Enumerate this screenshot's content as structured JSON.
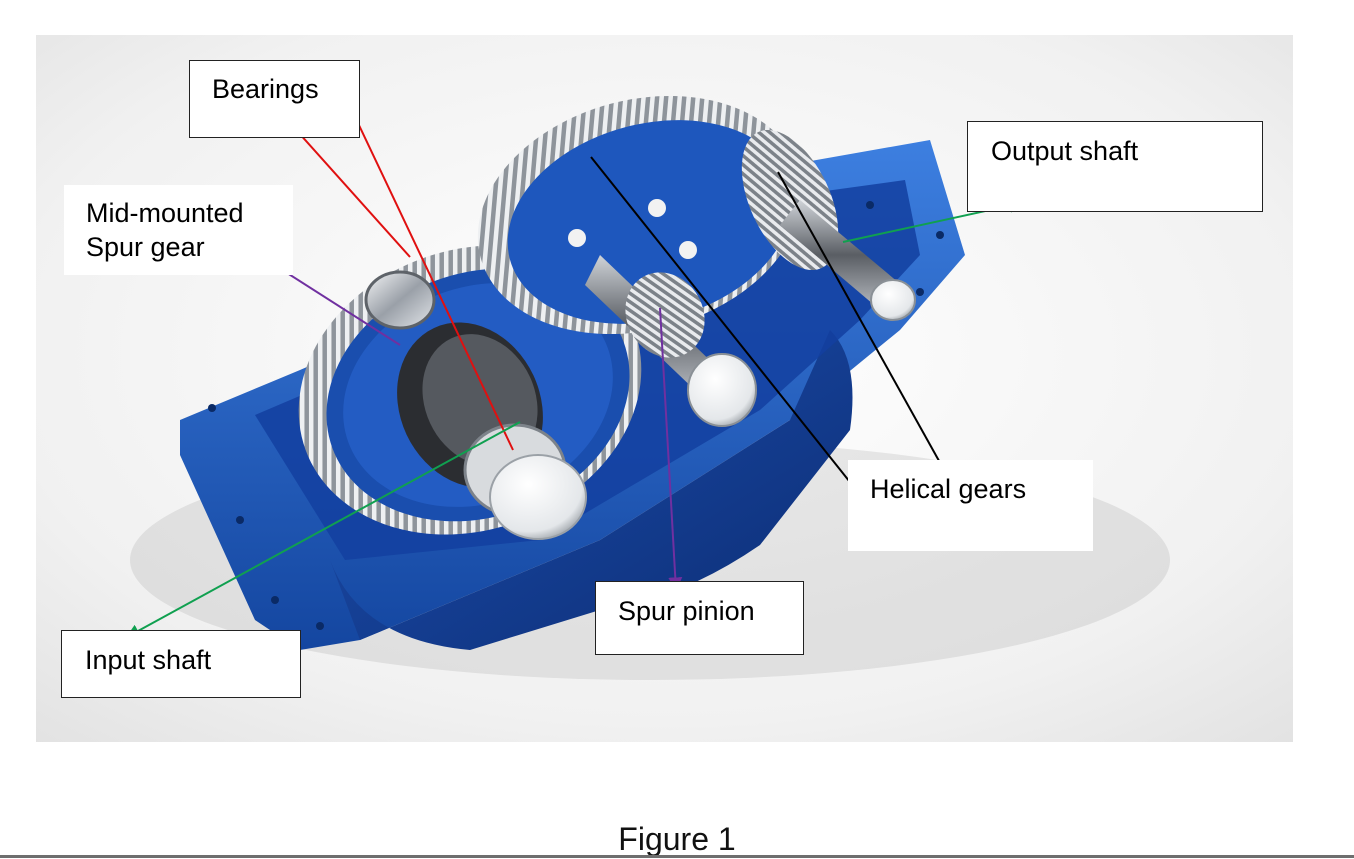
{
  "labels": {
    "bearings": "Bearings",
    "mid_mounted_spur_gear": [
      "Mid-mounted",
      "Spur gear"
    ],
    "output_shaft": "Output shaft",
    "helical_gears": "Helical gears",
    "spur_pinion": "Spur pinion",
    "input_shaft": "Input shaft"
  },
  "caption": "Figure 1",
  "colors": {
    "housing_blue": "#1f5fc4",
    "steel": "#c9cdd2",
    "arrow_bearings": "#e01010",
    "arrow_spur": "#7030a0",
    "arrow_shafts": "#10a050",
    "arrow_helical": "#000000"
  }
}
